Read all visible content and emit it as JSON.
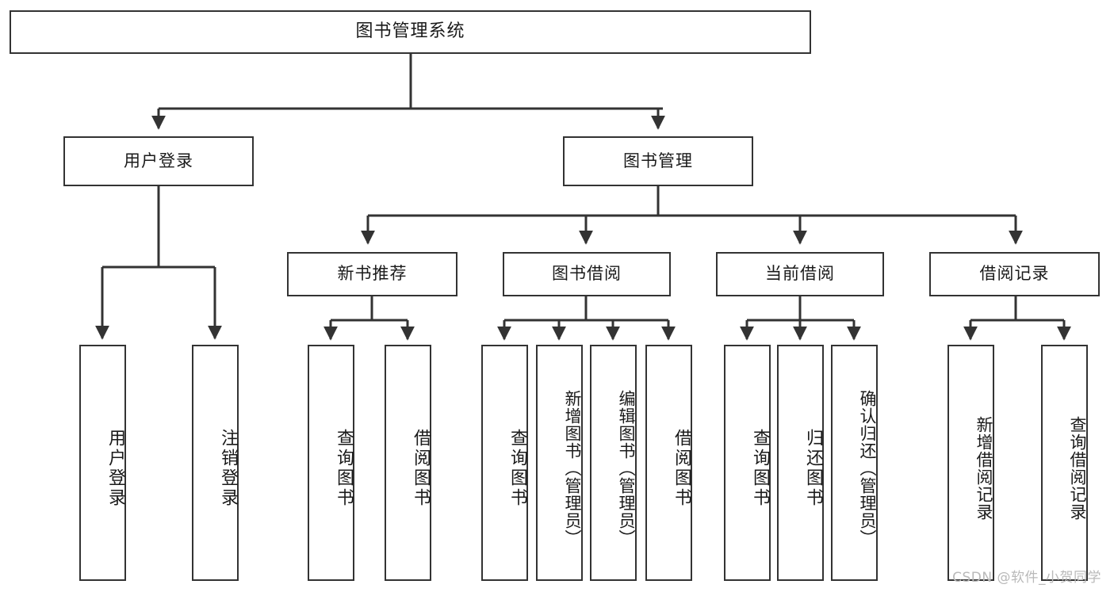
{
  "diagram": {
    "title": "图书管理系统",
    "type": "tree-hierarchy",
    "accent_color": "#333333",
    "background_color": "#ffffff",
    "watermark": "CSDN @软件_小贺同学",
    "nodes": {
      "root": {
        "label": "图书管理系统"
      },
      "level2": [
        {
          "label": "用户登录"
        },
        {
          "label": "图书管理"
        }
      ],
      "level3": [
        {
          "label": "新书推荐"
        },
        {
          "label": "图书借阅"
        },
        {
          "label": "当前借阅"
        },
        {
          "label": "借阅记录"
        }
      ],
      "leaves_user_login": [
        {
          "label": "用户登录"
        },
        {
          "label": "注销登录"
        }
      ],
      "leaves_new_book": [
        {
          "label": "查询图书"
        },
        {
          "label": "借阅图书"
        }
      ],
      "leaves_borrow": [
        {
          "label": "查询图书"
        },
        {
          "label": "新增图书（管理员）"
        },
        {
          "label": "编辑图书（管理员）"
        },
        {
          "label": "借阅图书"
        }
      ],
      "leaves_current": [
        {
          "label": "查询图书"
        },
        {
          "label": "归还图书"
        },
        {
          "label": "确认归还（管理员）"
        }
      ],
      "leaves_records": [
        {
          "label": "新增借阅记录"
        },
        {
          "label": "查询借阅记录"
        }
      ]
    }
  }
}
